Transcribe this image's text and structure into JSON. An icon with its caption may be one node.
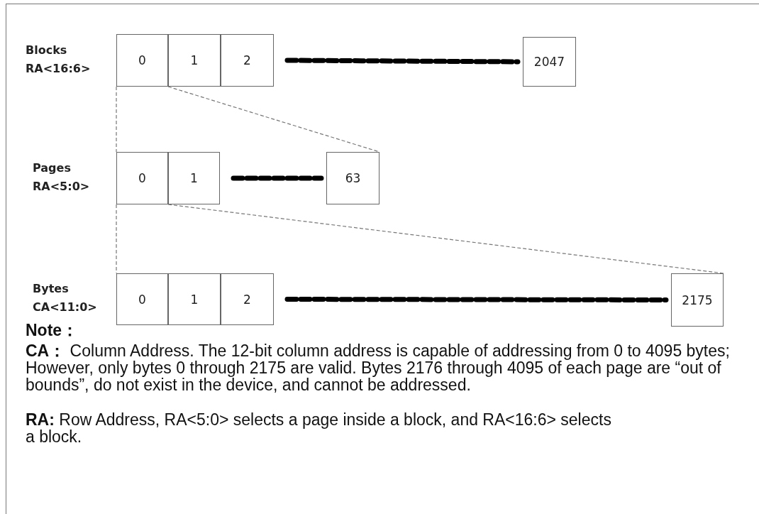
{
  "diagram": {
    "nodes": [
      {
        "text": [
          "0"
        ]
      },
      {
        "text": [
          "1"
        ]
      },
      {
        "text": [
          "2"
        ]
      },
      {
        "text": [
          "2047"
        ]
      },
      {
        "text": [
          "0"
        ]
      },
      {
        "text": [
          "1"
        ]
      },
      {
        "text": [
          "63"
        ]
      },
      {
        "text": [
          "0"
        ]
      },
      {
        "text": [
          "1"
        ]
      },
      {
        "text": [
          "2"
        ]
      },
      {
        "text": [
          "2175"
        ]
      }
    ],
    "edges": [
      {
        "from": 2,
        "to": 3,
        "arrow": "none",
        "style": "dashed",
        "color": "#000000"
      },
      {
        "from": 5,
        "to": 6,
        "arrow": "none",
        "style": "dashed",
        "color": "#000000"
      },
      {
        "from": 9,
        "to": 10,
        "arrow": "none",
        "style": "dashed",
        "color": "#000000"
      },
      {
        "from": 0,
        "to": 4,
        "arrow": "none",
        "style": "dashed"
      },
      {
        "from": 0,
        "to": 6,
        "arrow": "none",
        "style": "dashed"
      },
      {
        "from": 4,
        "to": 7,
        "arrow": "none",
        "style": "dashed"
      },
      {
        "from": 4,
        "to": 10,
        "arrow": "none",
        "style": "dashed"
      }
    ],
    "labels": [
      "Blocks RA<16:6>",
      "Pages RA<5:0>",
      "Bytes CA<11:0>",
      "Note：",
      "**CA：** Column Address. The 12-bit column address is capable of addressing from 0 to 4095 bytes; However, only bytes 0 through 2175 are valid. Bytes 2176 through 4095 of each page are “out of bounds”, do not exist in the device, and cannot be addressed.",
      "**RA:** Row Address, RA<5:0> selects a page inside a block, and RA<16:6> selects a block."
    ]
  }
}
